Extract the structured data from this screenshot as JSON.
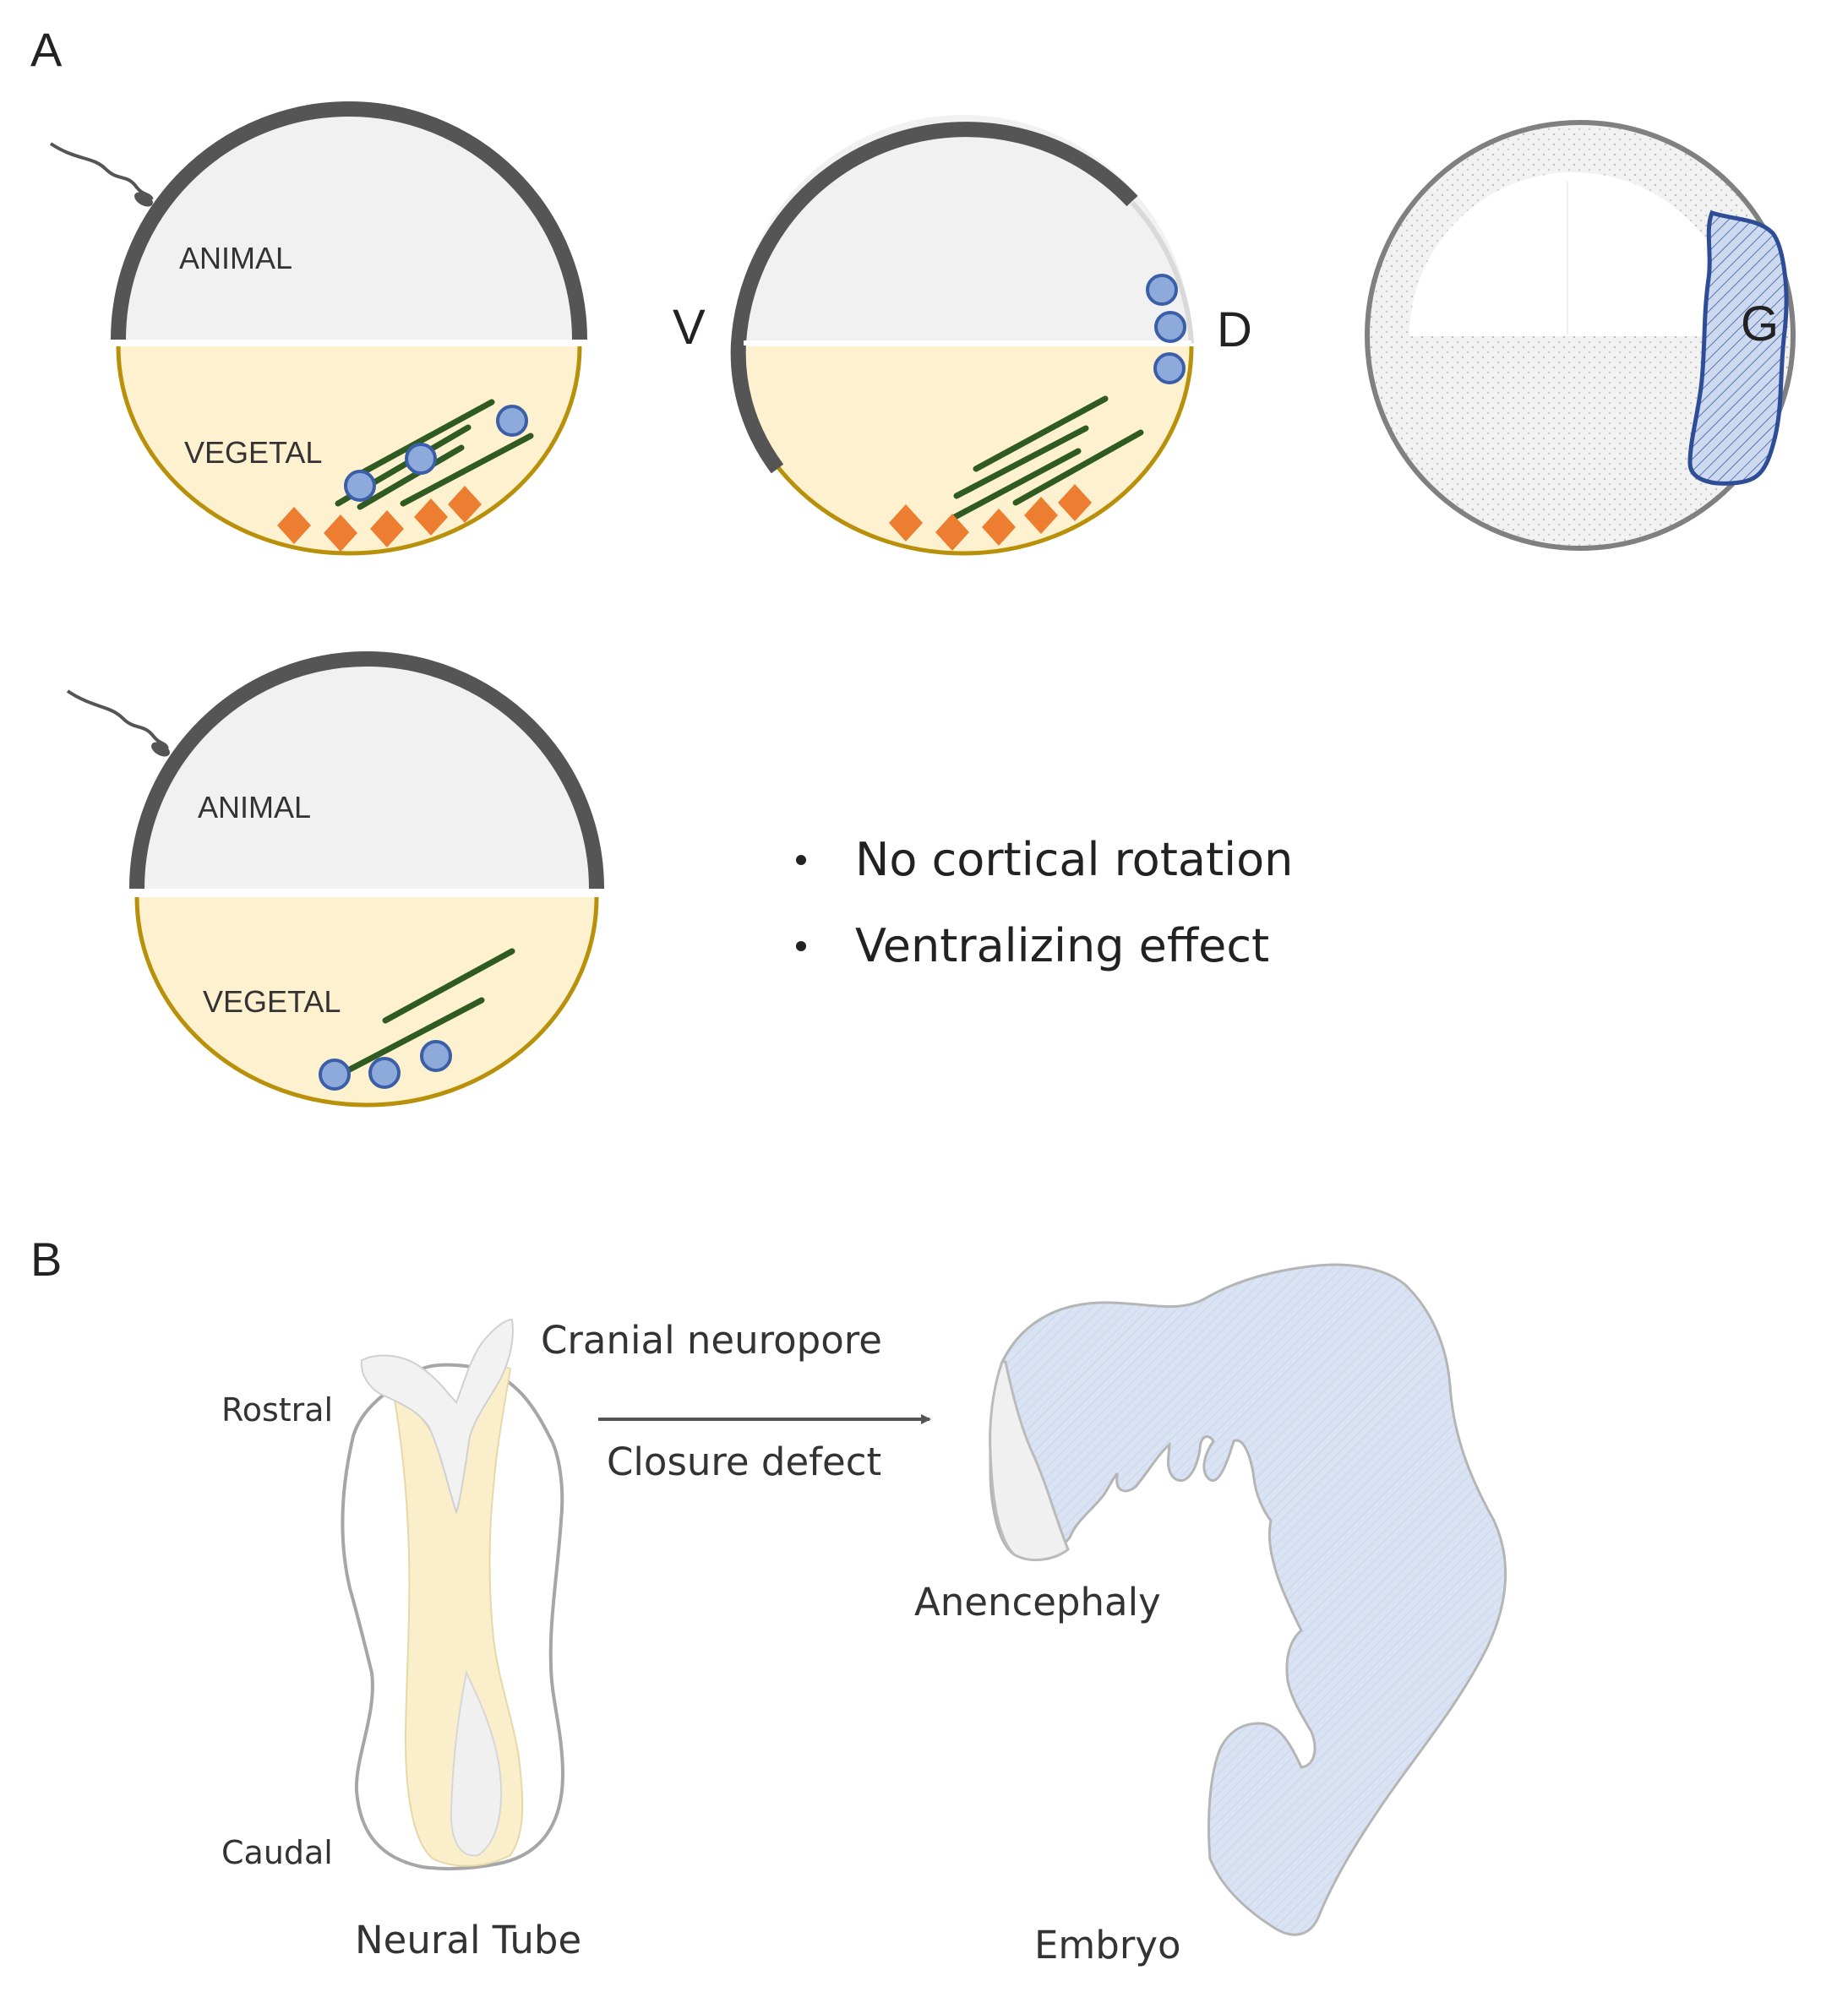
{
  "panel_a": {
    "label": "A",
    "egg1": {
      "animal": "ANIMAL",
      "vegetal": "VEGETAL"
    },
    "egg2": {
      "ventral": "V",
      "dorsal": "D"
    },
    "egg3": {
      "gastrula_mark": "G"
    },
    "egg4": {
      "animal": "ANIMAL",
      "vegetal": "VEGETAL"
    },
    "bullets": [
      "No cortical rotation",
      "Ventralizing effect"
    ]
  },
  "panel_b": {
    "label": "B",
    "rostral": "Rostral",
    "caudal": "Caudal",
    "neural_tube": "Neural Tube",
    "cranial_neuropore": "Cranial neuropore",
    "closure_defect": "Closure defect",
    "anencephaly": "Anencephaly",
    "embryo": "Embryo"
  },
  "colors": {
    "animal_fill": "#f1f1f1",
    "vegetal_fill": "#fdf1cf",
    "cortex": "#555555",
    "vegetal_rim": "#b8900a",
    "microtubule": "#2f5a22",
    "dishevelled_fill": "#8eaadb",
    "dishevelled_stroke": "#3a5fa8",
    "determinant": "#ed7d31",
    "embryo_fill": "#dae3f3",
    "neural_plate": "#fbefcb"
  }
}
